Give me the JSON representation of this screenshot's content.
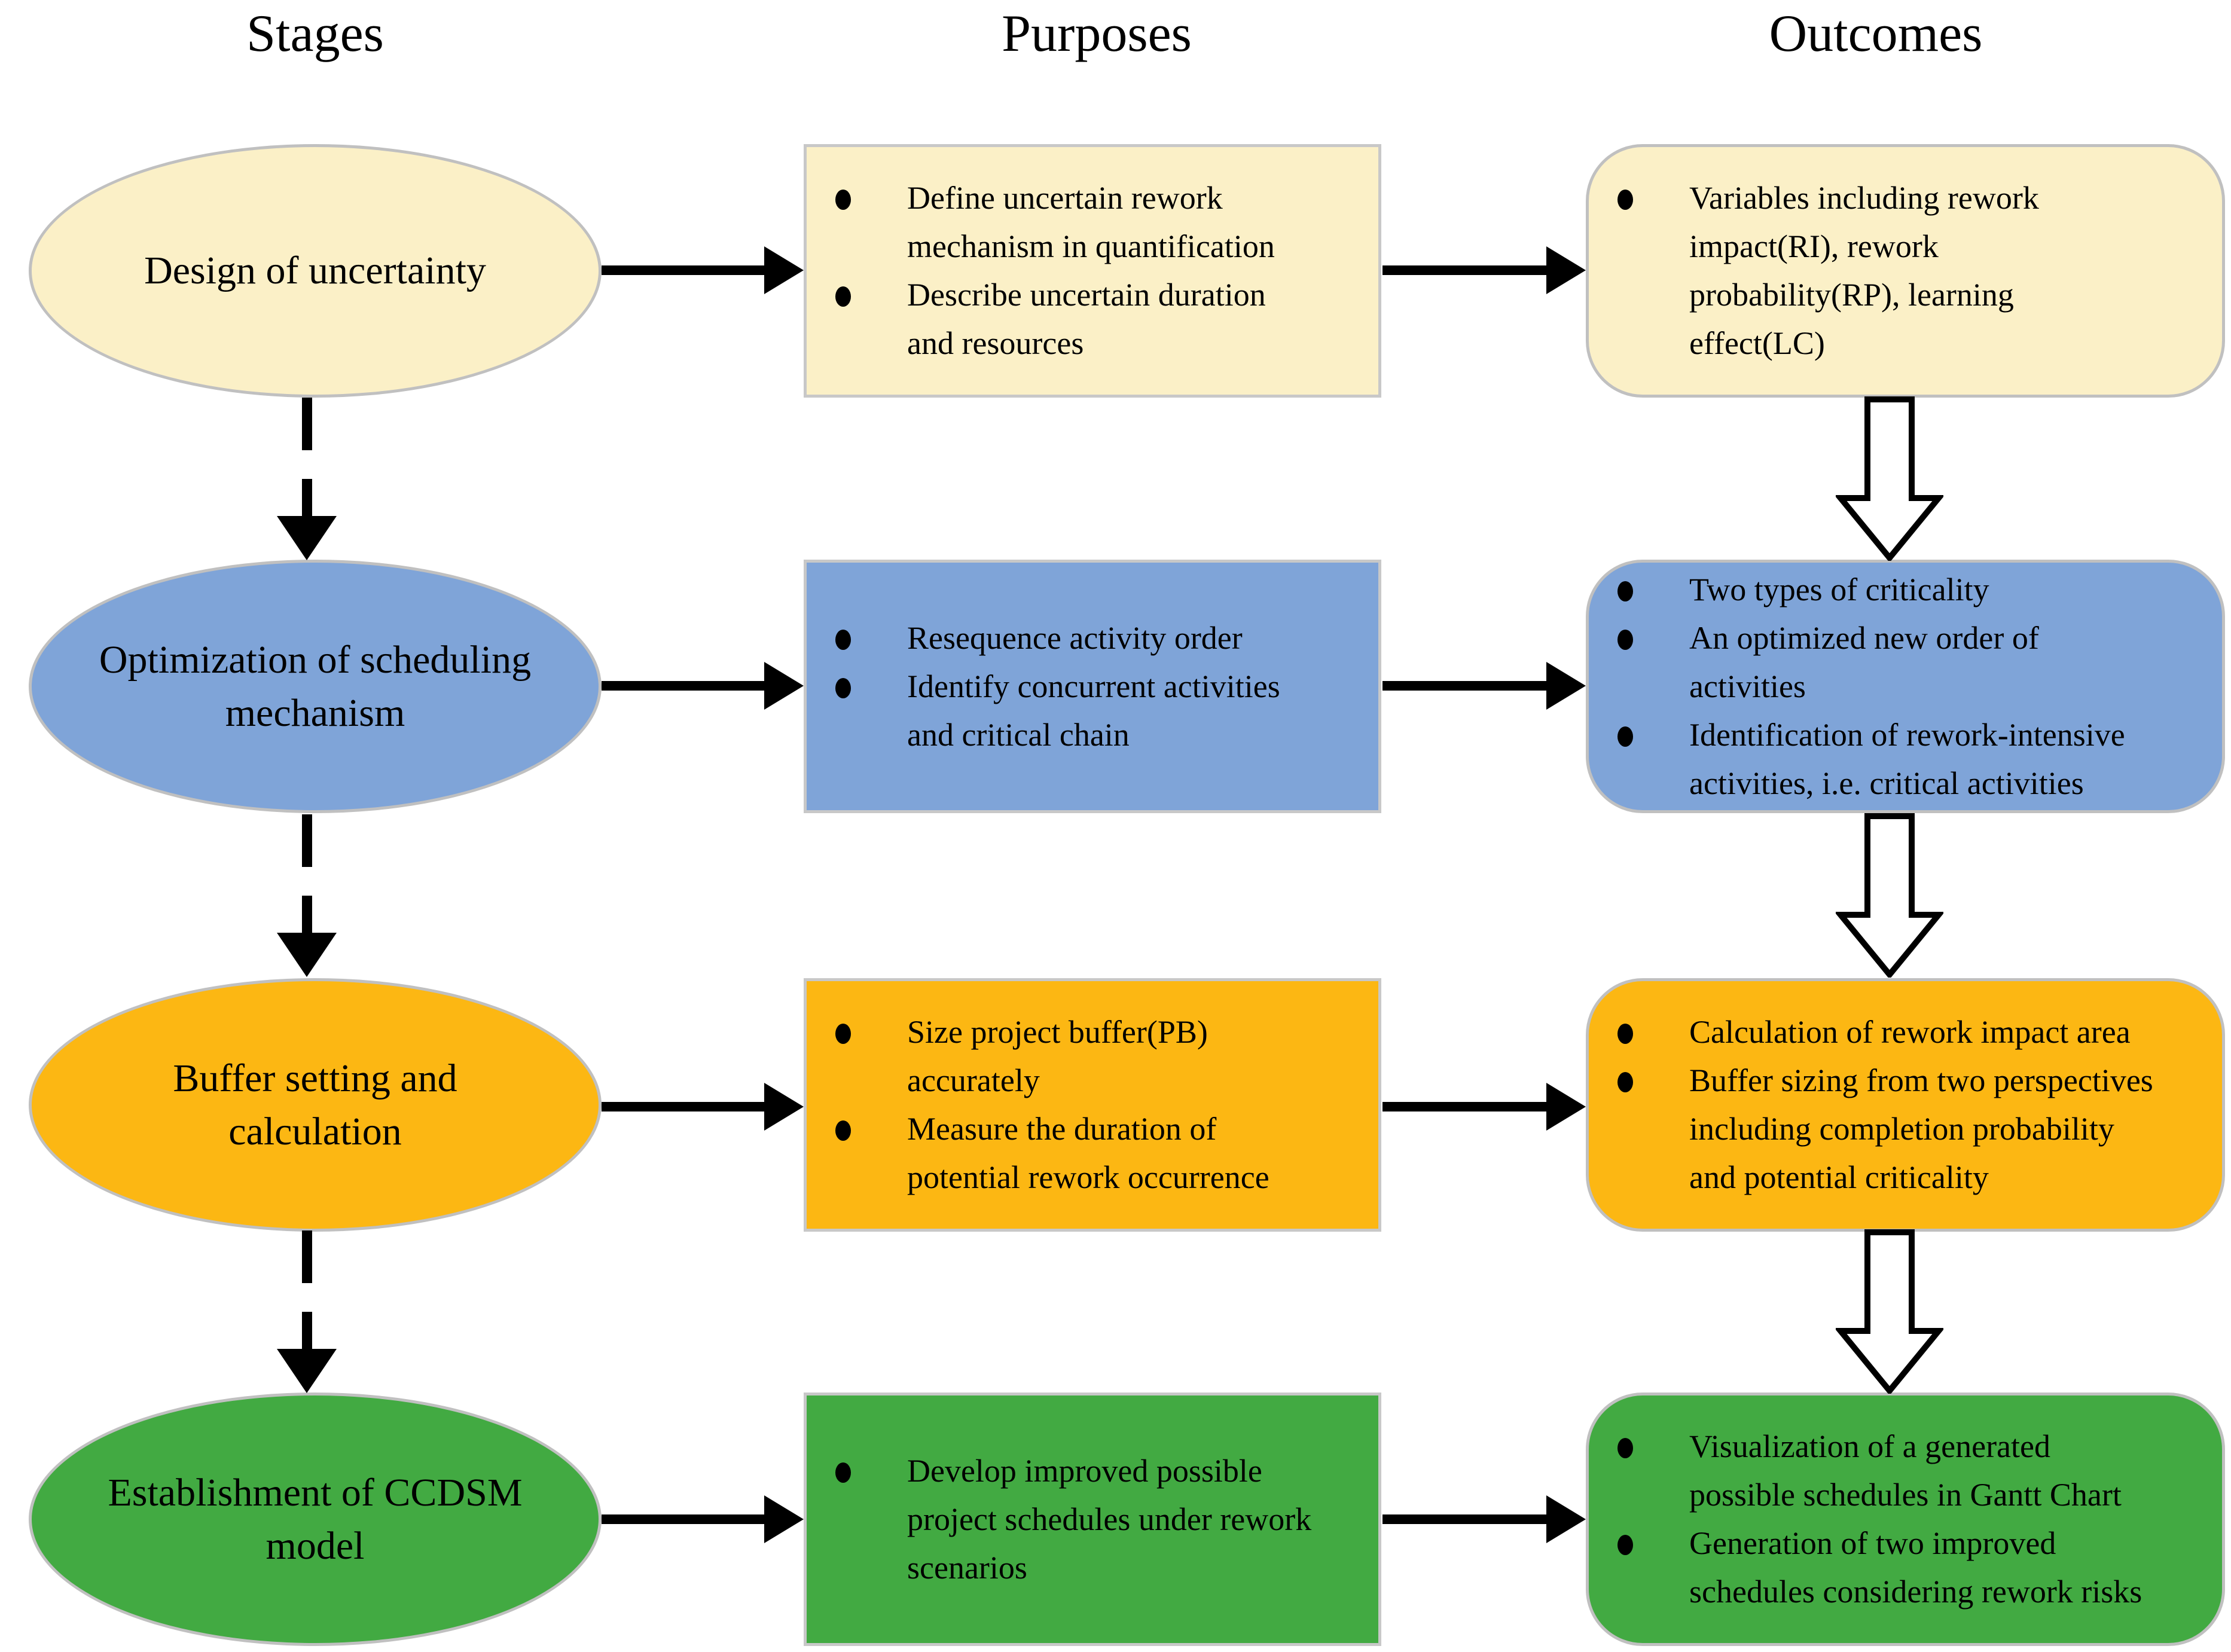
{
  "headers": {
    "stages": "Stages",
    "purposes": "Purposes",
    "outcomes": "Outcomes"
  },
  "colors": {
    "row1": "#fbf0c7",
    "row2": "#7fa4d8",
    "row3": "#fcb713",
    "row4": "#42aa42",
    "border_gray": "#c0c0c0",
    "arrow_black": "#000000",
    "block_arrow_fill": "#ffffff"
  },
  "rows": [
    {
      "stage": "Design of uncertainty",
      "purposes": [
        "Define uncertain rework mechanism in quantification",
        "Describe uncertain duration and resources"
      ],
      "outcomes": [
        "Variables including rework impact(RI), rework probability(RP), learning effect(LC)"
      ]
    },
    {
      "stage": "Optimization of scheduling mechanism",
      "purposes": [
        "Resequence activity order",
        "Identify concurrent activities and critical chain"
      ],
      "outcomes": [
        "Two types of criticality",
        "An optimized new order of activities",
        "Identification of rework-intensive activities, i.e. critical activities"
      ]
    },
    {
      "stage": "Buffer setting and calculation",
      "purposes": [
        "Size project buffer(PB) accurately",
        "Measure the duration of potential rework occurrence"
      ],
      "outcomes": [
        "Calculation of rework impact area",
        "Buffer sizing from two perspectives including completion probability and potential criticality"
      ]
    },
    {
      "stage": "Establishment of CCDSM model",
      "purposes": [
        "Develop improved possible project schedules under rework scenarios"
      ],
      "outcomes": [
        "Visualization of a generated possible schedules in Gantt Chart",
        "Generation of two improved schedules considering rework risks"
      ]
    }
  ]
}
